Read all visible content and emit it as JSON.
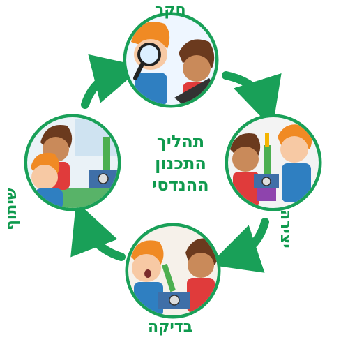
{
  "title": {
    "lines": [
      "תהליך",
      "התכנון",
      "ההנדסי"
    ]
  },
  "stages": [
    {
      "key": "research",
      "label": "חקר",
      "illustration": "two kids, one holding a magnifying glass, one on a laptop"
    },
    {
      "key": "creation",
      "label": "יצירה",
      "illustration": "two kids building a robot from colored blocks"
    },
    {
      "key": "testing",
      "label": "בדיקה",
      "illustration": "two surprised kids with a robot"
    },
    {
      "key": "sharing",
      "label": "שיתוף",
      "illustration": "two kids presenting a robot on a table"
    }
  ],
  "colors": {
    "accent": "#0f9a4e",
    "arrow": "#19a058",
    "hair_orange": "#f08a24",
    "hair_brown": "#6b3a1e",
    "skin_light": "#f7c9a4",
    "skin_tan": "#c98a5a",
    "shirt_blue": "#2f7fc1",
    "shirt_red": "#e03b3b"
  }
}
